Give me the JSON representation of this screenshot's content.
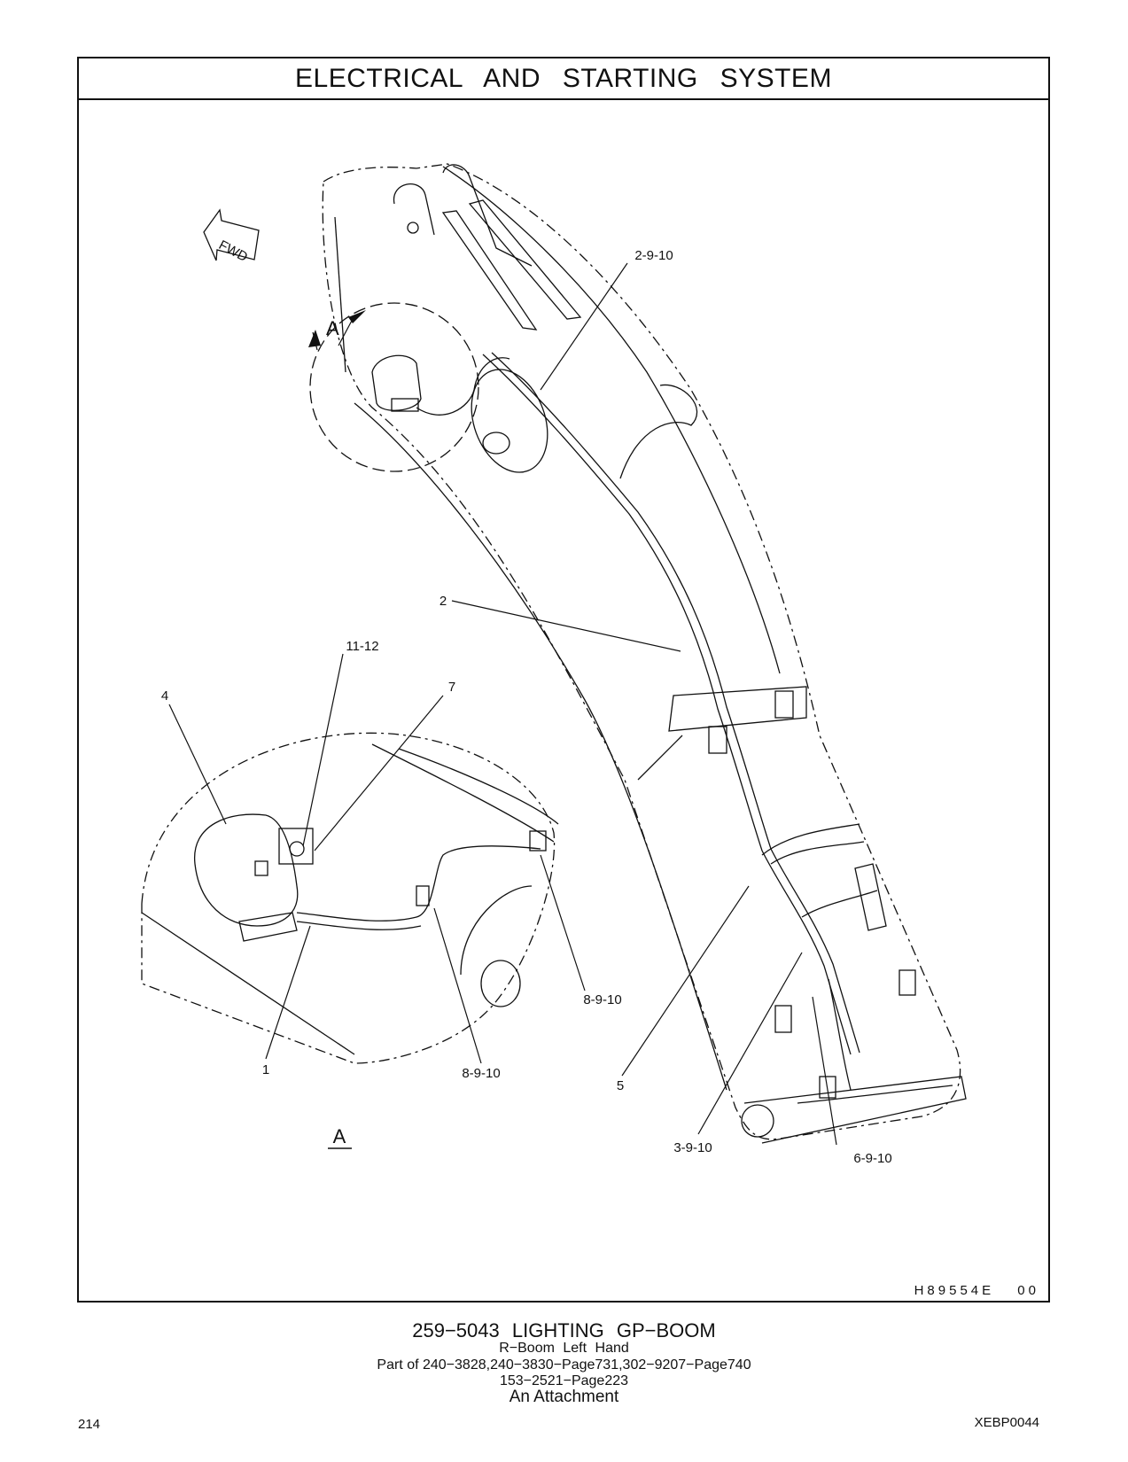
{
  "header": {
    "title": "ELECTRICAL AND STARTING SYSTEM"
  },
  "drawing": {
    "fwd_label": "FWD",
    "view_marker": "A",
    "detail_label": "A",
    "drawing_number": "H89554E 00",
    "callouts": [
      "2-9-10",
      "2",
      "11-12",
      "7",
      "4",
      "8-9-10",
      "1",
      "8-9-10",
      "5",
      "3-9-10",
      "6-9-10"
    ]
  },
  "caption": {
    "title": "259−5043 LIGHTING GP−BOOM",
    "line2": "R−Boom Left Hand",
    "line3": "Part of 240−3828,240−3830−Page731,302−9207−Page740",
    "line4": "153−2521−Page223",
    "line5": "An Attachment"
  },
  "footer": {
    "page_number": "214",
    "doc_code": "XEBP0044"
  }
}
